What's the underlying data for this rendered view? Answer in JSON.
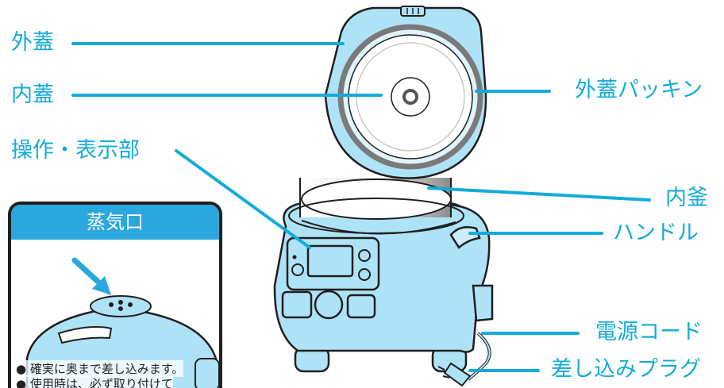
{
  "labels": {
    "outer_lid": "外蓋",
    "inner_lid": "内蓋",
    "control_panel": "操作・表示部",
    "outer_lid_packing": "外蓋パッキン",
    "inner_pot": "内釜",
    "handle": "ハンドル",
    "power_cord": "電源コード",
    "plug": "差し込みプラグ"
  },
  "inset": {
    "title": "蒸気口",
    "notes": [
      "● 確実に奥まで差し込みます。",
      "● 使用時は、必ず取り付けて"
    ]
  },
  "colors": {
    "accent": "#13abd9",
    "body_fill": "#aee3f7",
    "outline": "#1f1f1f",
    "gasket": "#7a7a7a",
    "inset_header": "#2aa7dd"
  }
}
